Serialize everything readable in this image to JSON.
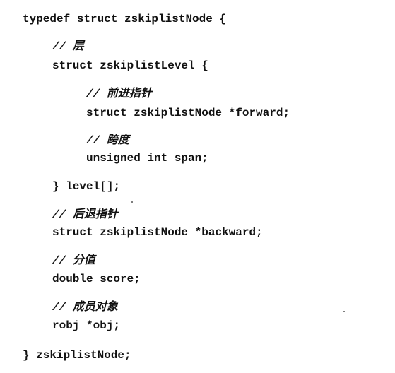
{
  "code": {
    "line_open": "typedef struct zskiplistNode {",
    "comment_level": "// 层",
    "line_level_struct": "struct zskiplistLevel {",
    "comment_forward": "// 前进指针",
    "line_forward": "struct zskiplistNode *forward;",
    "comment_span": "// 跨度",
    "line_span": "unsigned int span;",
    "line_level_close": "} level[];",
    "comment_backward": "// 后退指针",
    "line_backward": "struct zskiplistNode *backward;",
    "comment_score": "// 分值",
    "line_score": "double score;",
    "comment_obj": "// 成员对象",
    "line_obj": "robj *obj;",
    "line_close": "} zskiplistNode;"
  }
}
